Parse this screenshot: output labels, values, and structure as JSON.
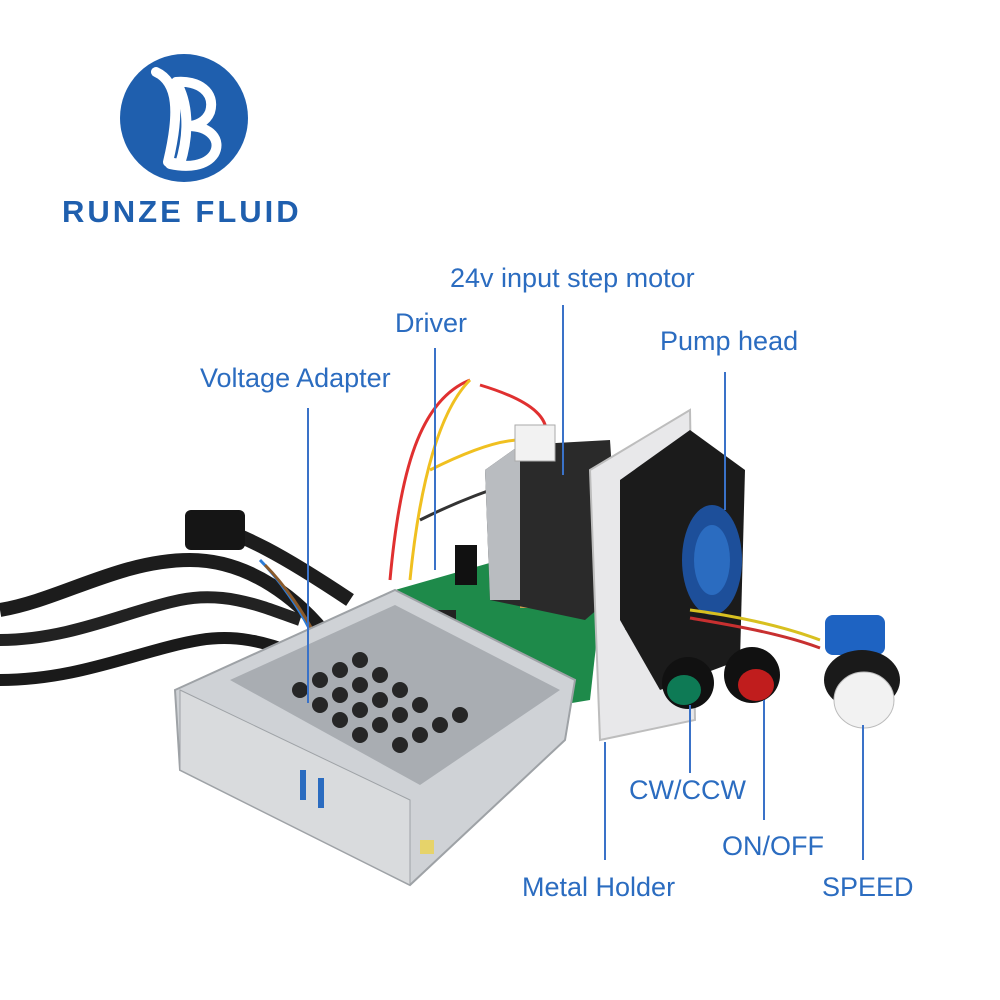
{
  "brand": {
    "name": "RUNZE FLUID",
    "logo_letter": "B",
    "logo_color": "#1f5fae"
  },
  "labels": {
    "motor": "24v input step motor",
    "driver": "Driver",
    "pump_head": "Pump head",
    "voltage_adapter": "Voltage Adapter",
    "cw_ccw": "CW/CCW",
    "on_off": "ON/OFF",
    "metal_holder": "Metal Holder",
    "speed": "SPEED"
  },
  "colors": {
    "label_text": "#2b6cc0",
    "leader_line": "#3a72c8",
    "background": "#ffffff"
  }
}
